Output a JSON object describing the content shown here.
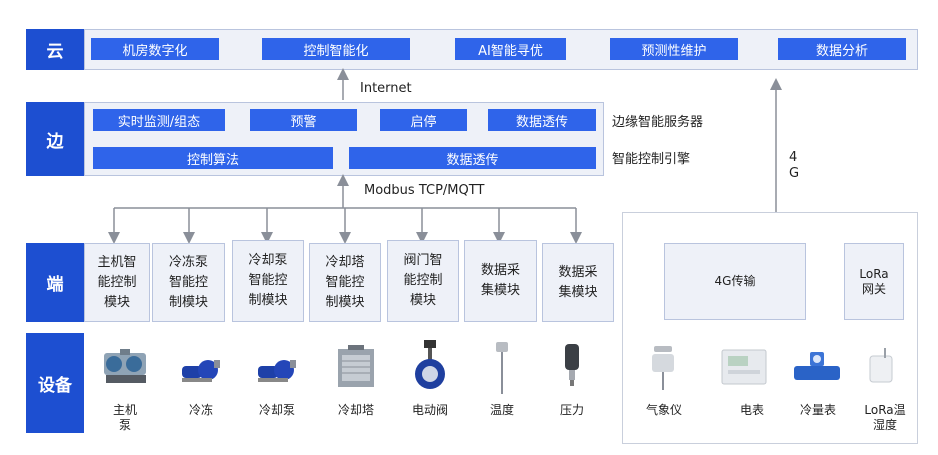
{
  "cloud": {
    "label": "云",
    "items": [
      "机房数字化",
      "控制智能化",
      "AI智能寻优",
      "预测性维护",
      "数据分析"
    ]
  },
  "edge": {
    "label": "边",
    "row1": [
      "实时监测/组态",
      "预警",
      "启停",
      "数据透传"
    ],
    "row2": [
      "控制算法",
      "数据透传"
    ],
    "row1_note": "边缘智能服务器",
    "row2_note": "智能控制引擎"
  },
  "links": {
    "internet": "Internet",
    "modbus": "Modbus TCP/MQTT",
    "four_g_top": "4",
    "four_g_bottom": "G"
  },
  "terminal": {
    "label": "端",
    "modules": [
      [
        "主机智",
        "能控制",
        "模块"
      ],
      [
        "冷冻泵",
        "智能控",
        "制模块"
      ],
      [
        "冷却泵",
        "智能控",
        "制模块"
      ],
      [
        "冷却塔",
        "智能控",
        "制模块"
      ],
      [
        "阀门智",
        "能控制",
        "模块"
      ],
      [
        "数据采",
        "集模块"
      ],
      [
        "数据采",
        "集模块"
      ]
    ]
  },
  "device": {
    "label": "设备",
    "items": [
      {
        "label": [
          "主机",
          "泵"
        ],
        "icon": "chiller-icon"
      },
      {
        "label": [
          "冷冻"
        ],
        "icon": "pump-icon"
      },
      {
        "label": [
          "冷却泵"
        ],
        "icon": "pump-icon"
      },
      {
        "label": [
          "冷却塔"
        ],
        "icon": "cooling-tower-icon"
      },
      {
        "label": [
          "电动阀"
        ],
        "icon": "valve-icon"
      },
      {
        "label": [
          "温度"
        ],
        "icon": "temperature-sensor-icon"
      },
      {
        "label": [
          "压力"
        ],
        "icon": "pressure-sensor-icon"
      }
    ]
  },
  "wireless": {
    "gateway_4g": "4G传输",
    "gateway_lora": [
      "LoRa",
      "网关"
    ],
    "devices": [
      {
        "label": [
          "气象仪"
        ],
        "icon": "weather-station-icon"
      },
      {
        "label": [
          "电表"
        ],
        "icon": "power-meter-icon"
      },
      {
        "label": [
          "冷量表"
        ],
        "icon": "flow-meter-icon"
      },
      {
        "label": [
          "LoRa温",
          "湿度"
        ],
        "icon": "humidity-sensor-icon"
      }
    ]
  },
  "colors": {
    "label_bg": "#1d4fd1",
    "chip_bg": "#2f64ea",
    "panel_bg": "#eef1f8"
  }
}
